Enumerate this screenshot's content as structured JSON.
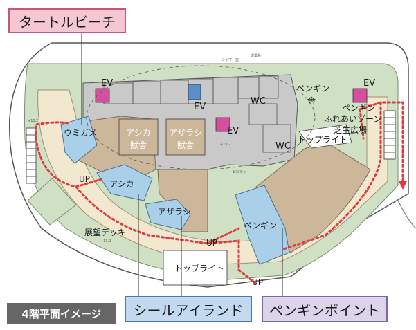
{
  "callouts": {
    "turtle_beach": "タートルビーチ",
    "seal_island": "シールアイランド",
    "penguin_point": "ペンギンポイント"
  },
  "floor_badge": "4階平面イメージ",
  "labels": {
    "ev": "EV",
    "wc": "WC",
    "up": "UP",
    "umigame": "ウミガメ",
    "ashika": "アシカ",
    "azarashi": "アザラシ",
    "ashika_jusha_l1": "アシカ",
    "ashika_jusha_l2": "獣舎",
    "azarashi_jusha_l1": "アザラシ",
    "azarashi_jusha_l2": "獣舎",
    "penguin": "ペンギン",
    "penguin_sha_l1": "ペンギン",
    "penguin_sha_l2": "舎",
    "penguin_fureai_l1": "ペンギン",
    "penguin_fureai_l2": "ふれあいゾーン",
    "shiba": "芝生広場",
    "top_light": "トップライト",
    "tenbou": "展望デッキ"
  },
  "small_notes": {
    "elev_132": "+13.2",
    "elev_132b": "+13.2",
    "elev_132c": "+13.2",
    "shower": "シャワー室",
    "staff": "従業員",
    "pilotis": "ピロティ"
  },
  "colors": {
    "deck": "#f1e8cf",
    "green": "#cfe0c4",
    "gray": "#c9c9c9",
    "tan": "#cdb79a",
    "pool": "#a9cfe9",
    "route": "#e0393e",
    "pink_ev": "#d64e9e"
  }
}
